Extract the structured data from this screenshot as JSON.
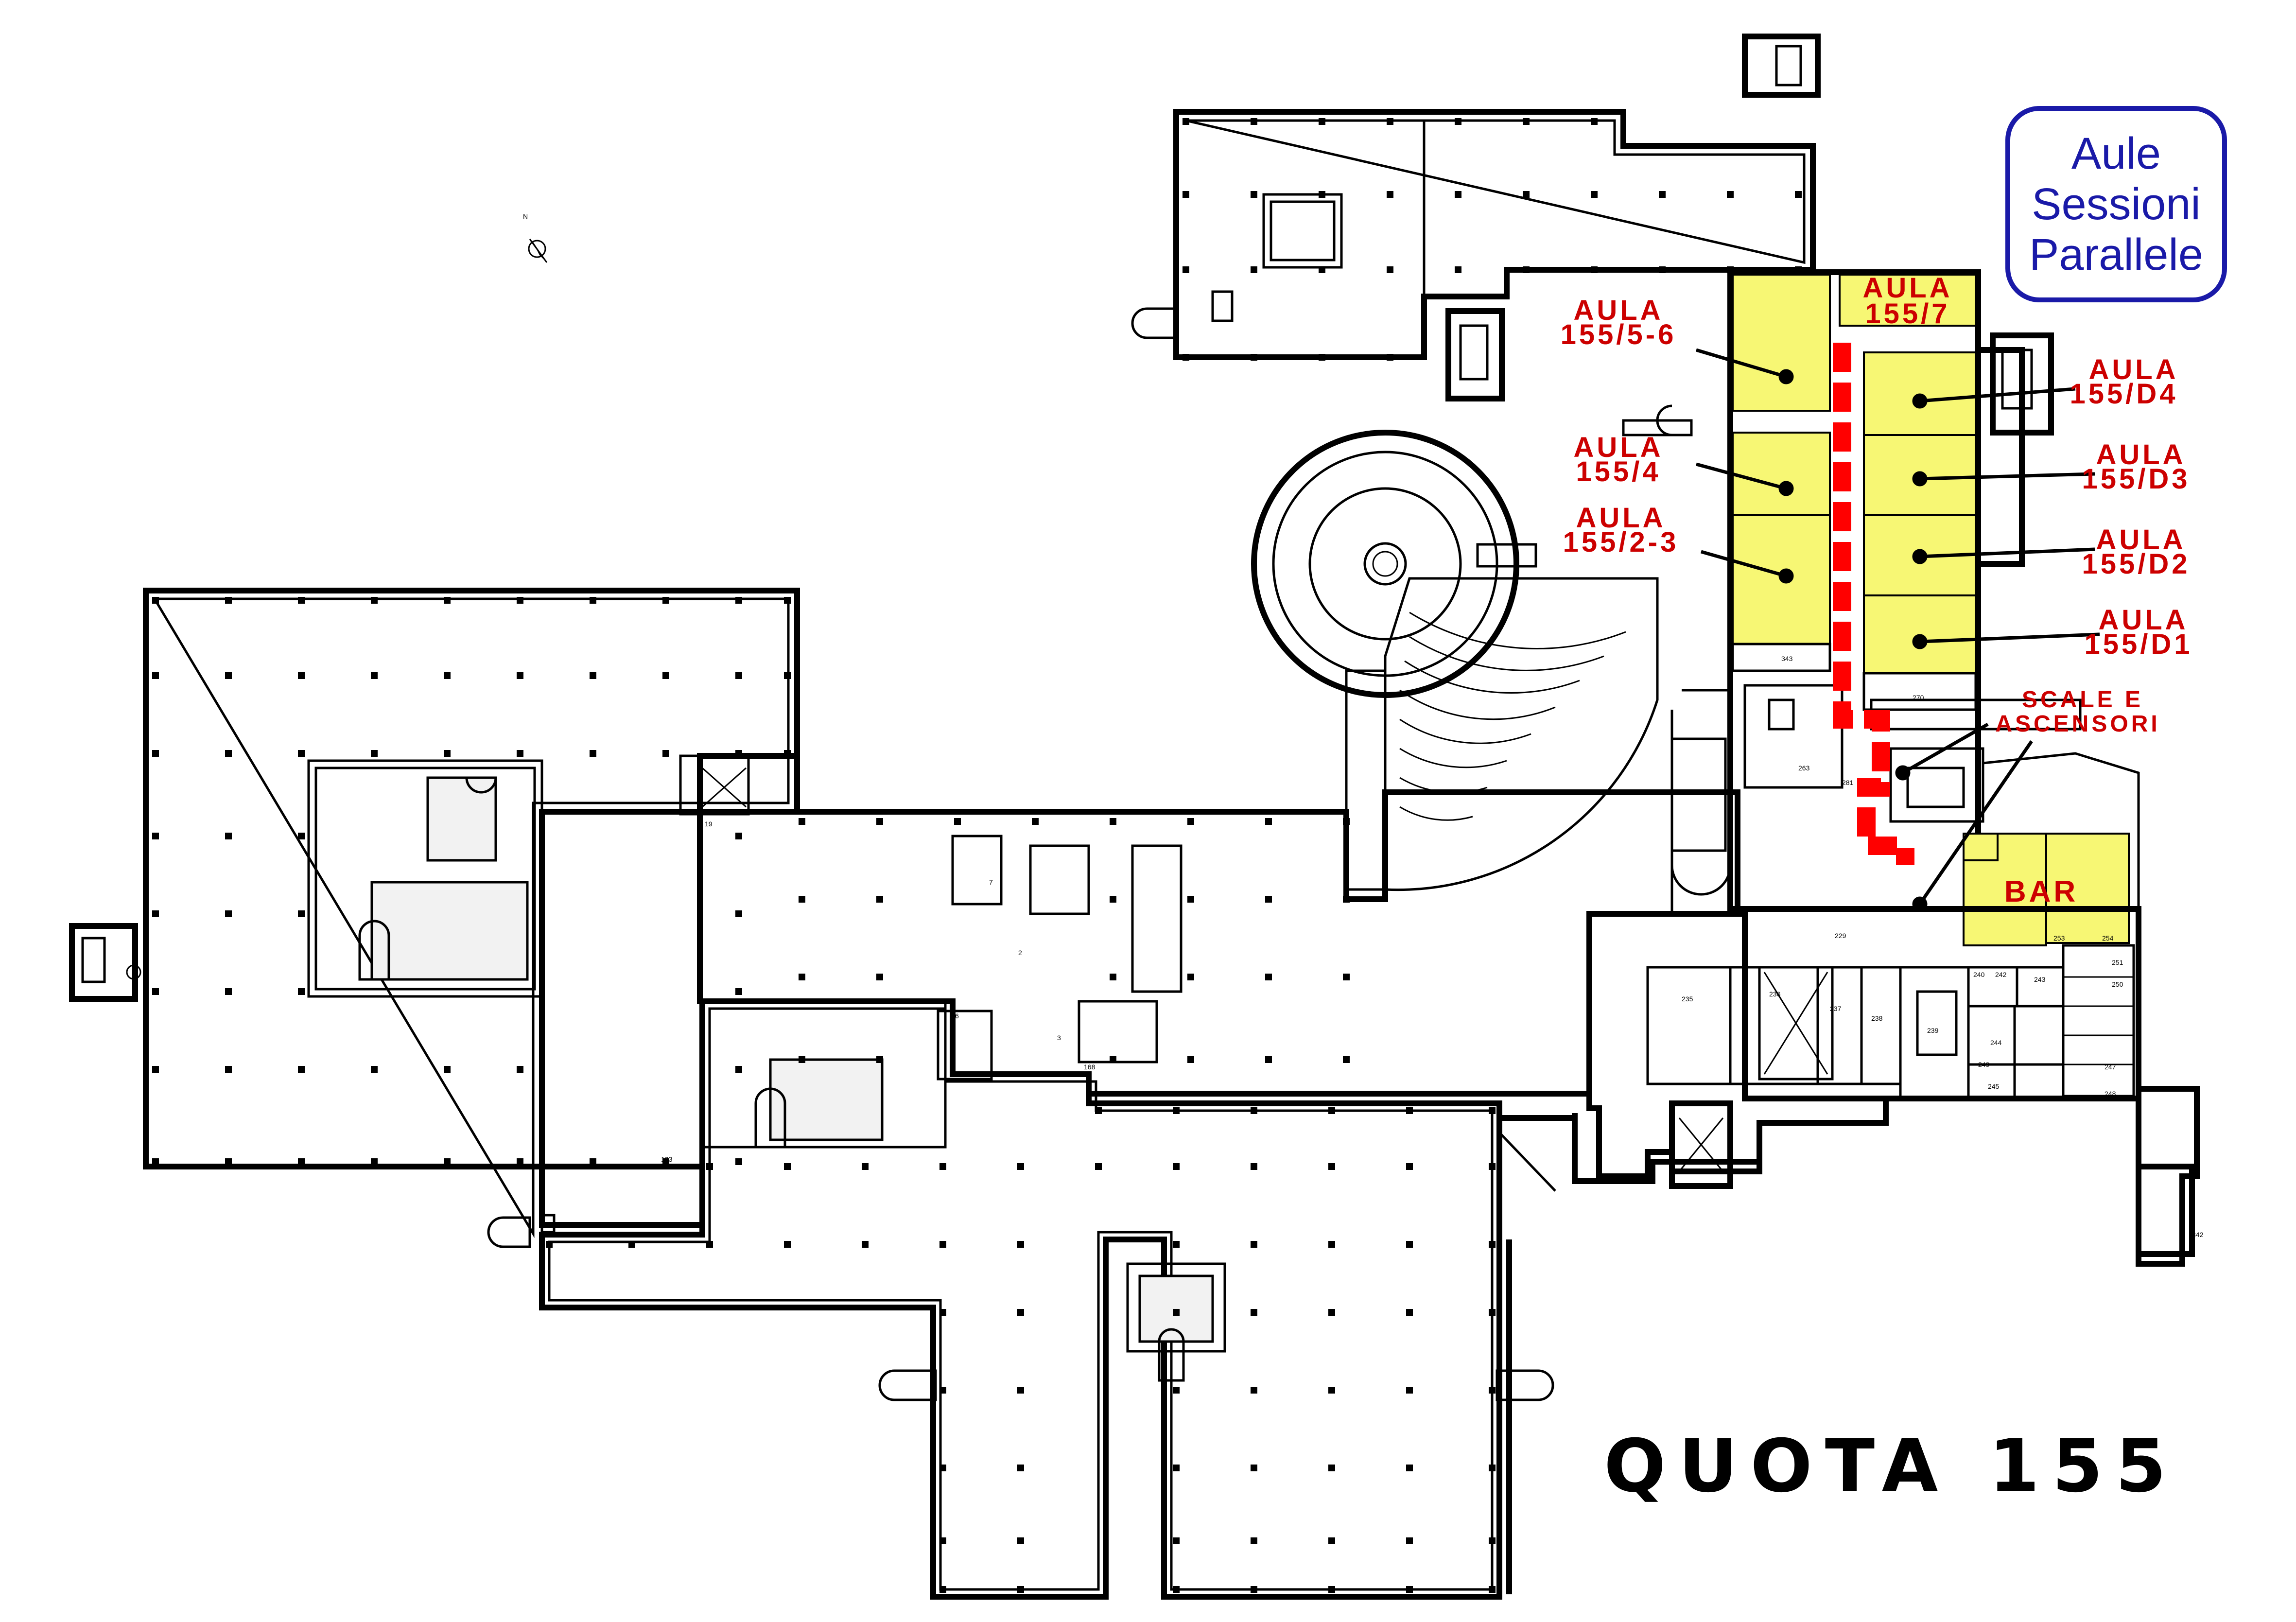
{
  "legend": {
    "line1": "Aule",
    "line2": "Sessioni",
    "line3": "Parallele"
  },
  "title": "QUOTA 155",
  "compass_label": "N",
  "colors": {
    "highlight": "#f7f774",
    "route": "#ff0000",
    "label": "#cc0000",
    "legend": "#1a1aa8"
  },
  "labels": {
    "aula_155_7": [
      "AULA",
      "155/7"
    ],
    "aula_155_5_6": [
      "AULA",
      "155/5-6"
    ],
    "aula_155_4": [
      "AULA",
      "155/4"
    ],
    "aula_155_2_3": [
      "AULA",
      "155/2-3"
    ],
    "aula_155_d4": [
      "AULA",
      "155/D4"
    ],
    "aula_155_d3": [
      "AULA",
      "155/D3"
    ],
    "aula_155_d2": [
      "AULA",
      "155/D2"
    ],
    "aula_155_d1": [
      "AULA",
      "155/D1"
    ],
    "scale_ascensori": [
      "SCALE E",
      "ASCENSORI"
    ],
    "bar": "BAR"
  },
  "room_numbers": {
    "r343": "343",
    "r270": "270",
    "r229": "229",
    "r123": "123",
    "r235": "235",
    "r236": "236",
    "r237": "237",
    "r238": "238",
    "r239": "239",
    "r240": "240",
    "r242": "242",
    "r243": "243",
    "r244": "244",
    "r249": "249",
    "r245": "245",
    "r247": "247",
    "r248": "248",
    "r250": "250",
    "r251": "251",
    "r253": "253",
    "r254": "254",
    "r263": "263",
    "r281": "281",
    "r168": "168",
    "r342": "342",
    "r7": "7",
    "r6": "6",
    "r2": "2",
    "r3": "3",
    "r19": "19"
  }
}
